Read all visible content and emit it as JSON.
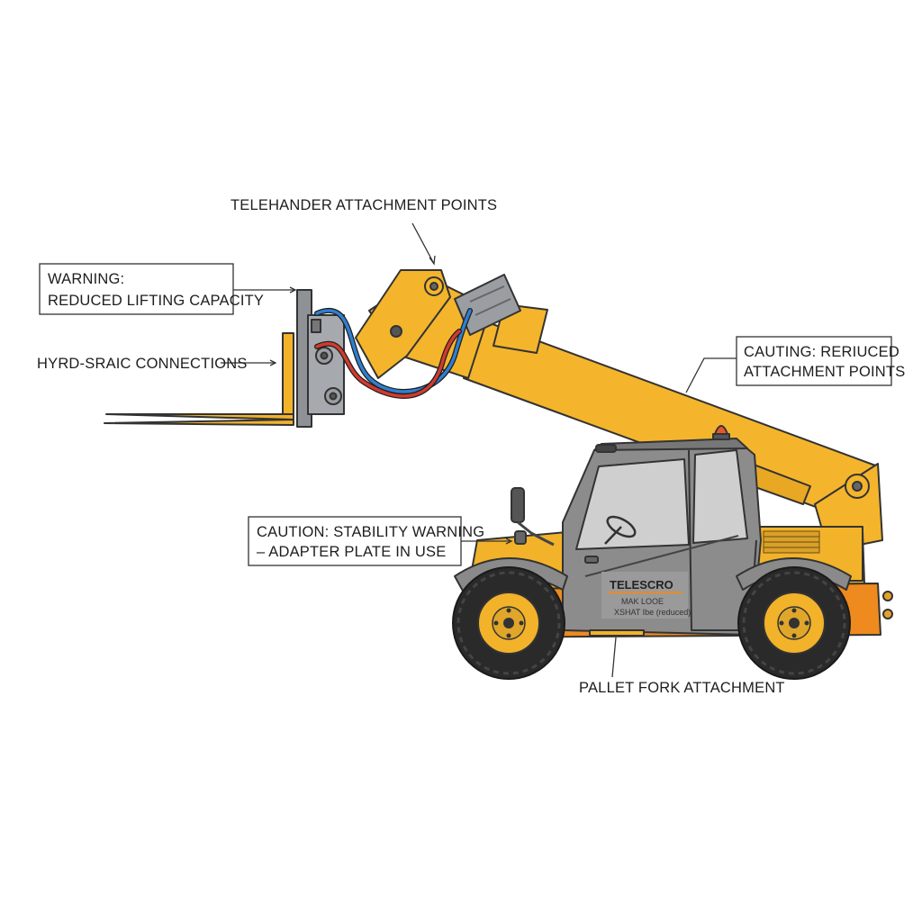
{
  "labels": {
    "attachment_points": "TELEHANDER ATTACHMENT POINTS",
    "warning_line1": "WARNING:",
    "warning_line2": "REDUCED LIFTING CAPACITY",
    "hydraulic": "HYRD-SRAIC CONNECTIONS",
    "cauting_line1": "CAUTING: RERIUCED",
    "cauting_line2": "ATTACHMENT POINTS",
    "caution_line1": "CAUTION: STABILITY WARNING",
    "caution_line2": "– ADAPTER PLATE IN USE",
    "pallet_fork": "PALLET FORK ATTACHMENT"
  },
  "decal": {
    "brand": "TELESCRO",
    "line1": "MAK LOOE",
    "line2": "XSHAT Ibe (reduced)"
  },
  "colors": {
    "body_yellow": "#F2B32A",
    "boom_yellow": "#F4B52C",
    "orange": "#EE8A1E",
    "cab_gray": "#8C8C8C",
    "glass": "#CFCFCF",
    "tire": "#2A2A2A",
    "hose_blue": "#2F7FD0",
    "hose_red": "#D23A2E",
    "steel": "#8E9196",
    "outline": "#333333"
  },
  "icons": [
    "beacon-icon",
    "mirror-icon",
    "steering-wheel-icon"
  ]
}
